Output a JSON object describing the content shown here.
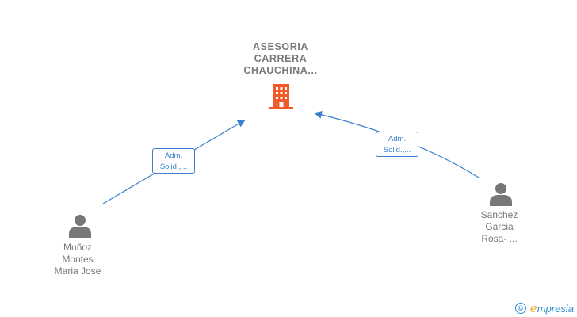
{
  "company": {
    "name_lines": [
      "ASESORIA",
      "CARRERA",
      "CHAUCHINA..."
    ],
    "icon": "building-icon",
    "icon_color": "#f15a29"
  },
  "people": [
    {
      "name_lines": [
        "Muñoz",
        "Montes",
        "Maria Jose"
      ],
      "icon": "person-icon",
      "role_lines": [
        "Adm.",
        "Solid.,..."
      ]
    },
    {
      "name_lines": [
        "Sanchez",
        "Garcia",
        "Rosa- ..."
      ],
      "icon": "person-icon",
      "role_lines": [
        "Adm.",
        "Solid.,..."
      ]
    }
  ],
  "colors": {
    "edge": "#3a7fd0",
    "person": "#777777",
    "label": "#777777"
  },
  "footer": {
    "copyright_symbol": "©",
    "brand_initial": "e",
    "brand_rest": "mpresia"
  }
}
